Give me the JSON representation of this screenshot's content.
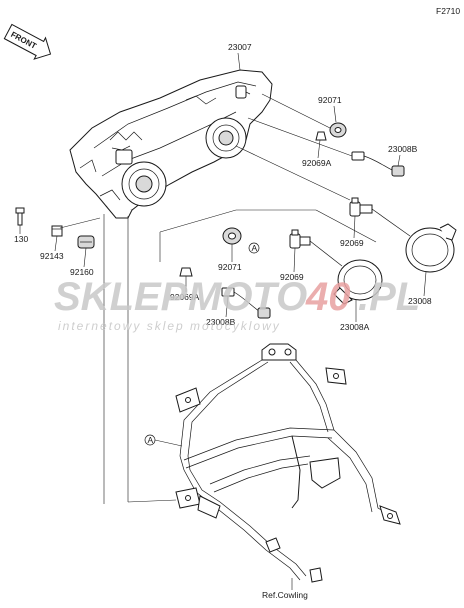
{
  "diagram_code": "F2710",
  "front_label": "FRONT",
  "parts": {
    "p23007": "23007",
    "p92071_a": "92071",
    "p92069a_a": "92069A",
    "p23008b_a": "23008B",
    "p130": "130",
    "p92143": "92143",
    "p92160": "92160",
    "p92069_a": "92069",
    "p92069_b": "92069",
    "p92071_b": "92071",
    "p92069a_b": "92069A",
    "p23008b_b": "23008B",
    "p23008": "23008",
    "p23008a": "23008A"
  },
  "ref_marker": "A",
  "ref_cowling": "Ref.Cowling",
  "watermark": {
    "brand_a": "SKLEP",
    "brand_b": "MOTO",
    "brand_c": "40",
    "brand_d": ".PL",
    "tagline": "internetowy sklep motocyklowy"
  },
  "colors": {
    "line": "#1a1a1a",
    "watermark_grey": "#c8c8c8",
    "watermark_red": "#e8a0a0"
  }
}
